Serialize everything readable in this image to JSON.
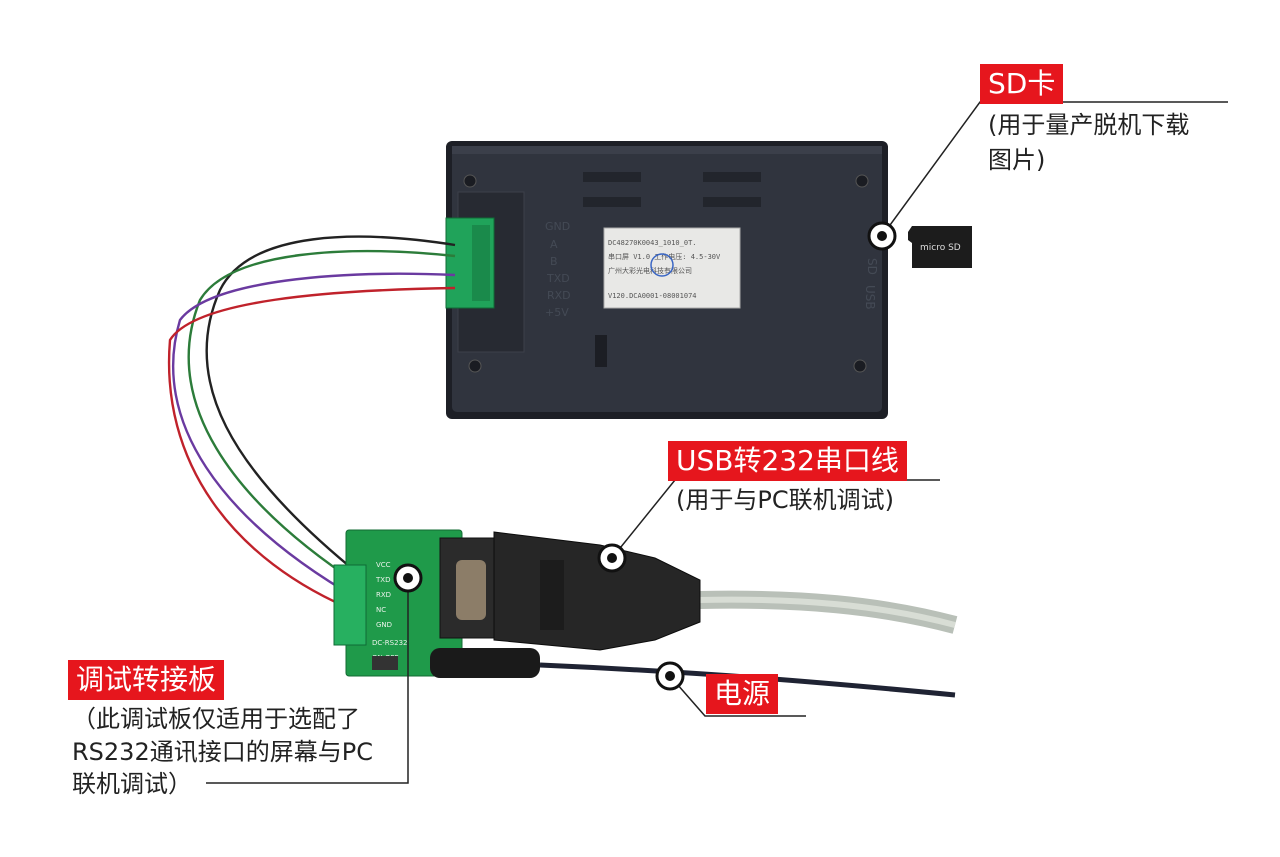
{
  "device_back": {
    "label_lines": [
      "DC48270K0043_1010_0T.",
      "串口屏 V1.0 工作电压: 4.5-30V",
      "广州大彩光电科技有限公司",
      "V120.DCA0001-08001074"
    ],
    "connector_pins": [
      "GND",
      "A",
      "B",
      "TXD",
      "RXD",
      "+5V"
    ],
    "side_ports": [
      "SD",
      "USB"
    ]
  },
  "adapter_board": {
    "pins": [
      "VCC",
      "TXD",
      "RXD",
      "NC",
      "GND"
    ],
    "silkscreen": "DC-RS232",
    "switch": "ON  OFF"
  },
  "callouts": {
    "sd": {
      "title": "SD卡",
      "desc": [
        "(用于量产脱机下载",
        "图片)"
      ]
    },
    "usb": {
      "title": "USB转232串口线",
      "desc": [
        "(用于与PC联机调试)"
      ]
    },
    "board": {
      "title": "调试转接板",
      "desc": [
        "（此调试板仅适用于选配了",
        "RS232通讯接口的屏幕与PC",
        "联机调试）"
      ]
    },
    "power": {
      "title": "电源"
    }
  },
  "colors": {
    "tag_red": "#e6161d",
    "pcb_green": "#1f9a4a",
    "device_body": "#2c2f38"
  }
}
